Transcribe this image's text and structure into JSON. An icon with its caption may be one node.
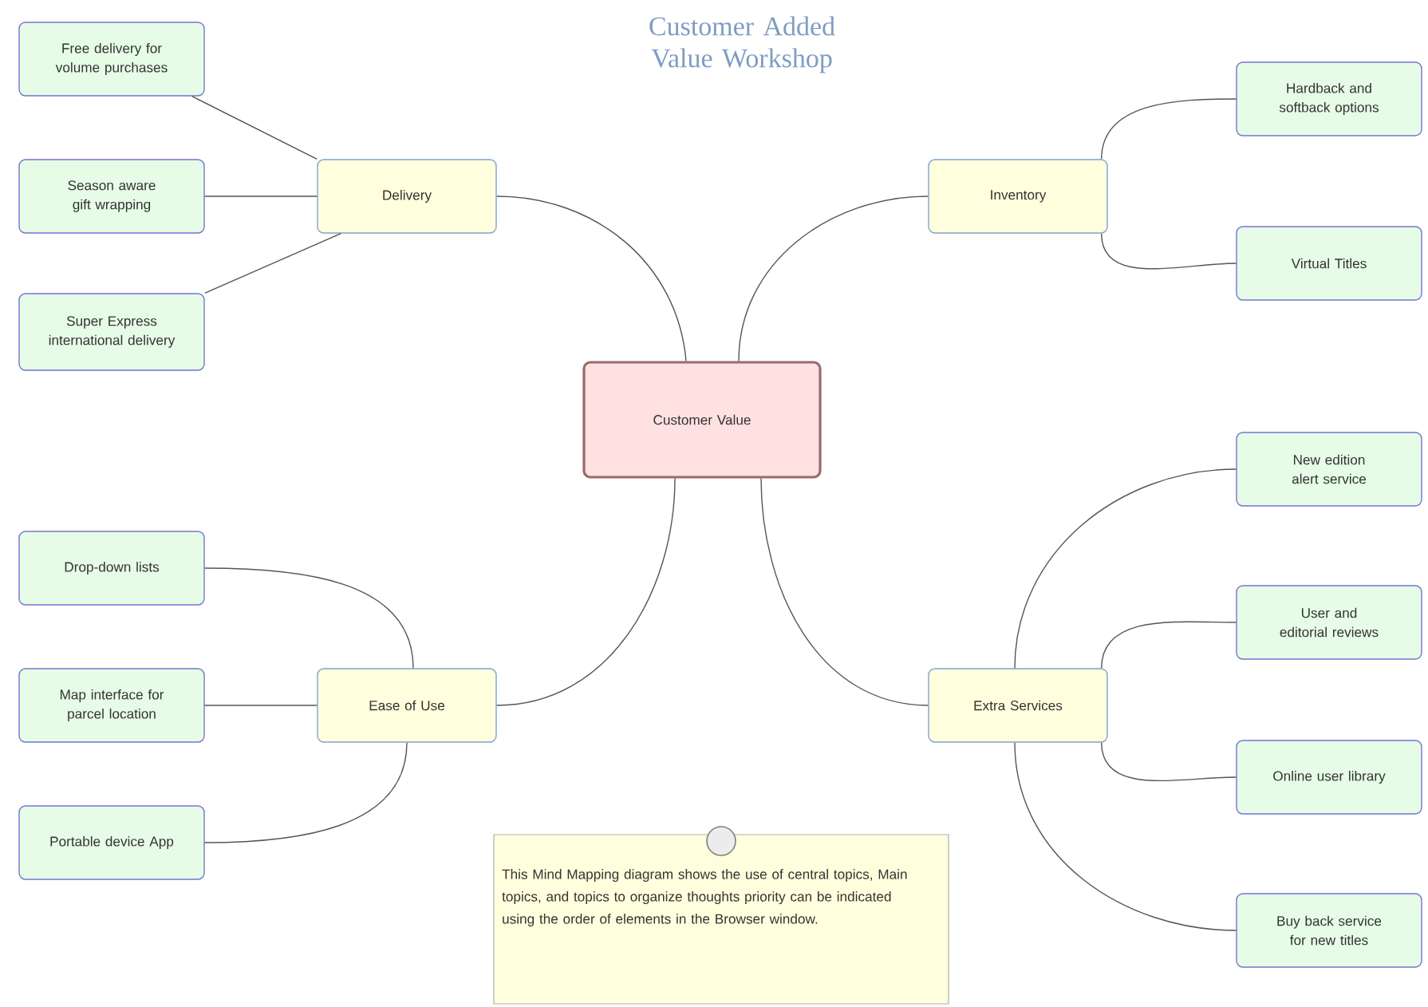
{
  "diagram": {
    "title": "Customer Added Value Workshop",
    "nodes": [
      {
        "text": [
          "Customer Value"
        ]
      },
      {
        "text": [
          "Delivery"
        ]
      },
      {
        "text": [
          "Free delivery for volume purchases"
        ]
      },
      {
        "text": [
          "Season aware gift wrapping"
        ]
      },
      {
        "text": [
          "Super Express international delivery"
        ]
      },
      {
        "text": [
          "Inventory"
        ]
      },
      {
        "text": [
          "Hardback and softback options"
        ]
      },
      {
        "text": [
          "Virtual Titles"
        ]
      },
      {
        "text": [
          "Ease of Use"
        ]
      },
      {
        "text": [
          "Drop-down lists"
        ]
      },
      {
        "text": [
          "Map interface for parcel location"
        ]
      },
      {
        "text": [
          "Portable device App"
        ]
      },
      {
        "text": [
          "Extra Services"
        ]
      },
      {
        "text": [
          "New edition alert service"
        ]
      },
      {
        "text": [
          "User and editorial reviews"
        ]
      },
      {
        "text": [
          "Online user library"
        ]
      },
      {
        "text": [
          "Buy back service for new titles"
        ]
      },
      {
        "text": [
          "This Mind Mapping diagram shows the use of central topics, Main topics, and topics to organize thoughts priority can be indicated using the order of elements in the Browser window."
        ]
      }
    ],
    "edges": [
      {
        "from": 0,
        "to": 1,
        "arrow": "none"
      },
      {
        "from": 1,
        "to": 2,
        "arrow": "none"
      },
      {
        "from": 1,
        "to": 3,
        "arrow": "none"
      },
      {
        "from": 1,
        "to": 4,
        "arrow": "none"
      },
      {
        "from": 0,
        "to": 5,
        "arrow": "none"
      },
      {
        "from": 5,
        "to": 6,
        "arrow": "none"
      },
      {
        "from": 5,
        "to": 7,
        "arrow": "none"
      },
      {
        "from": 0,
        "to": 8,
        "arrow": "none"
      },
      {
        "from": 8,
        "to": 9,
        "arrow": "none"
      },
      {
        "from": 8,
        "to": 10,
        "arrow": "none"
      },
      {
        "from": 8,
        "to": 11,
        "arrow": "none"
      },
      {
        "from": 0,
        "to": 12,
        "arrow": "none"
      },
      {
        "from": 12,
        "to": 13,
        "arrow": "none"
      },
      {
        "from": 12,
        "to": 14,
        "arrow": "none"
      },
      {
        "from": 12,
        "to": 15,
        "arrow": "none"
      },
      {
        "from": 12,
        "to": 16,
        "arrow": "none"
      }
    ]
  }
}
